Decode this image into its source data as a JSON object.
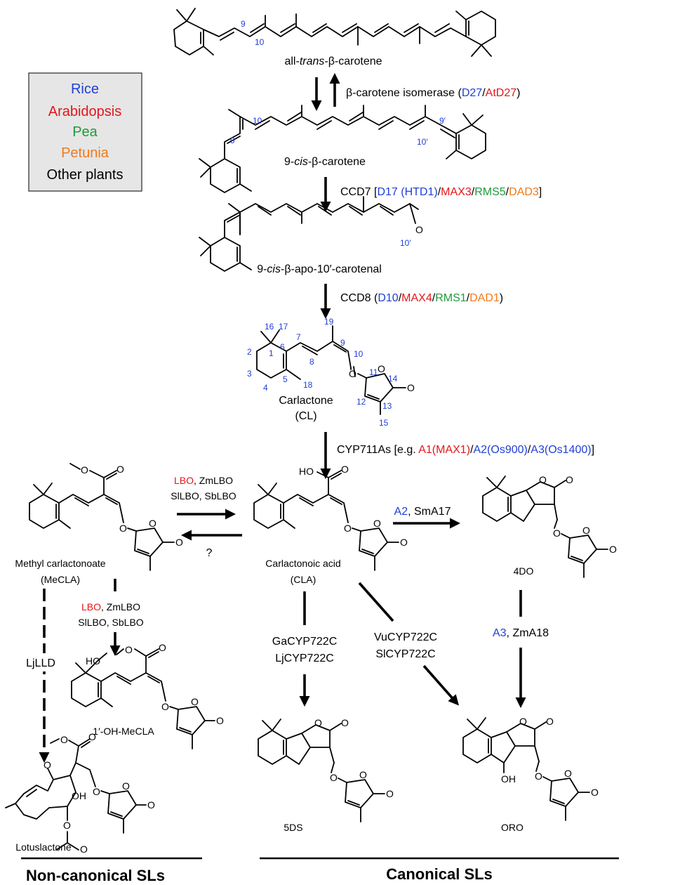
{
  "legend": {
    "items": [
      {
        "label": "Rice",
        "color": "#1f3fd6"
      },
      {
        "label": "Arabidopsis",
        "color": "#e3161b"
      },
      {
        "label": "Pea",
        "color": "#1f9a3a"
      },
      {
        "label": "Petunia",
        "color": "#f07a1a"
      },
      {
        "label": "Other plants",
        "color": "#000000"
      }
    ]
  },
  "compounds": {
    "all_trans": {
      "pre": "all-",
      "italic": "trans",
      "post": "-β-carotene"
    },
    "nine_cis": {
      "pre": "9-",
      "italic": "cis",
      "post": "-β-carotene"
    },
    "apo": {
      "pre": "9-",
      "italic": "cis",
      "post": "-β-apo-10′-carotenal"
    },
    "cl_name": "Carlactone",
    "cl_abbr": "(CL)",
    "mecla_name": "Methyl carlactonoate",
    "mecla_abbr": "(MeCLA)",
    "cla_name": "Carlactonoic acid",
    "cla_abbr": "(CLA)",
    "ohmecla": "1′-OH-MeCLA",
    "fourdo": "4DO",
    "fiveds": "5DS",
    "oro": "ORO",
    "lotus": "Lotuslactone"
  },
  "atom_numbers": {
    "c9": "9",
    "c10": "10",
    "c9p": "9′",
    "c10p": "10′",
    "cl": [
      "1",
      "2",
      "3",
      "4",
      "5",
      "6",
      "7",
      "8",
      "9",
      "10",
      "11",
      "12",
      "13",
      "14",
      "15",
      "16",
      "17",
      "18",
      "19"
    ]
  },
  "atoms": {
    "O": "O",
    "OH": "OH",
    "HO": "HO"
  },
  "enzymes": {
    "isomerase": {
      "prefix": "β-carotene isomerase (",
      "d27": "D27",
      "sep": "/",
      "atd27": "AtD27",
      "suffix": ")"
    },
    "ccd7": {
      "prefix": "CCD7 [",
      "d17": "D17",
      "htd1_open": " (",
      "htd1": "HTD1",
      "htd1_close": ")",
      "s1": "/",
      "max3": "MAX3",
      "s2": "/",
      "rms5": "RMS5",
      "s3": "/",
      "dad3": "DAD3",
      "suffix": "]"
    },
    "ccd8": {
      "prefix": "CCD8 (",
      "d10": "D10",
      "s1": "/",
      "max4": "MAX4",
      "s2": "/",
      "rms1": "RMS1",
      "s3": "/",
      "dad1": "DAD1",
      "suffix": ")"
    },
    "cyp711": {
      "prefix": "CYP711As [e.g. ",
      "a1": "A1(MAX1)",
      "s1": "/",
      "a2": "A2(Os900)",
      "s2": "/",
      "a3": "A3(Os1400)",
      "suffix": "]"
    },
    "lbo_top_1": {
      "lbo": "LBO",
      "rest": ", ZmLBO"
    },
    "lbo_top_2": "SlLBO, SbLBO",
    "question": "?",
    "lbo_mid_1": {
      "lbo": "LBO",
      "rest": ", ZmLBO"
    },
    "lbo_mid_2": "SlLBO, SbLBO",
    "ljlld": "LjLLD",
    "a2_sma17": {
      "a2": "A2",
      "rest": ", SmA17"
    },
    "a3_zma18": {
      "a3": "A3",
      "rest": ", ZmA18"
    },
    "ga_cyp": "GaCYP722C",
    "lj_cyp": "LjCYP722C",
    "vu_cyp": "VuCYP722C",
    "sl_cyp": "SlCYP722C"
  },
  "headings": {
    "non_canonical": "Non-canonical SLs",
    "canonical": "Canonical SLs"
  }
}
